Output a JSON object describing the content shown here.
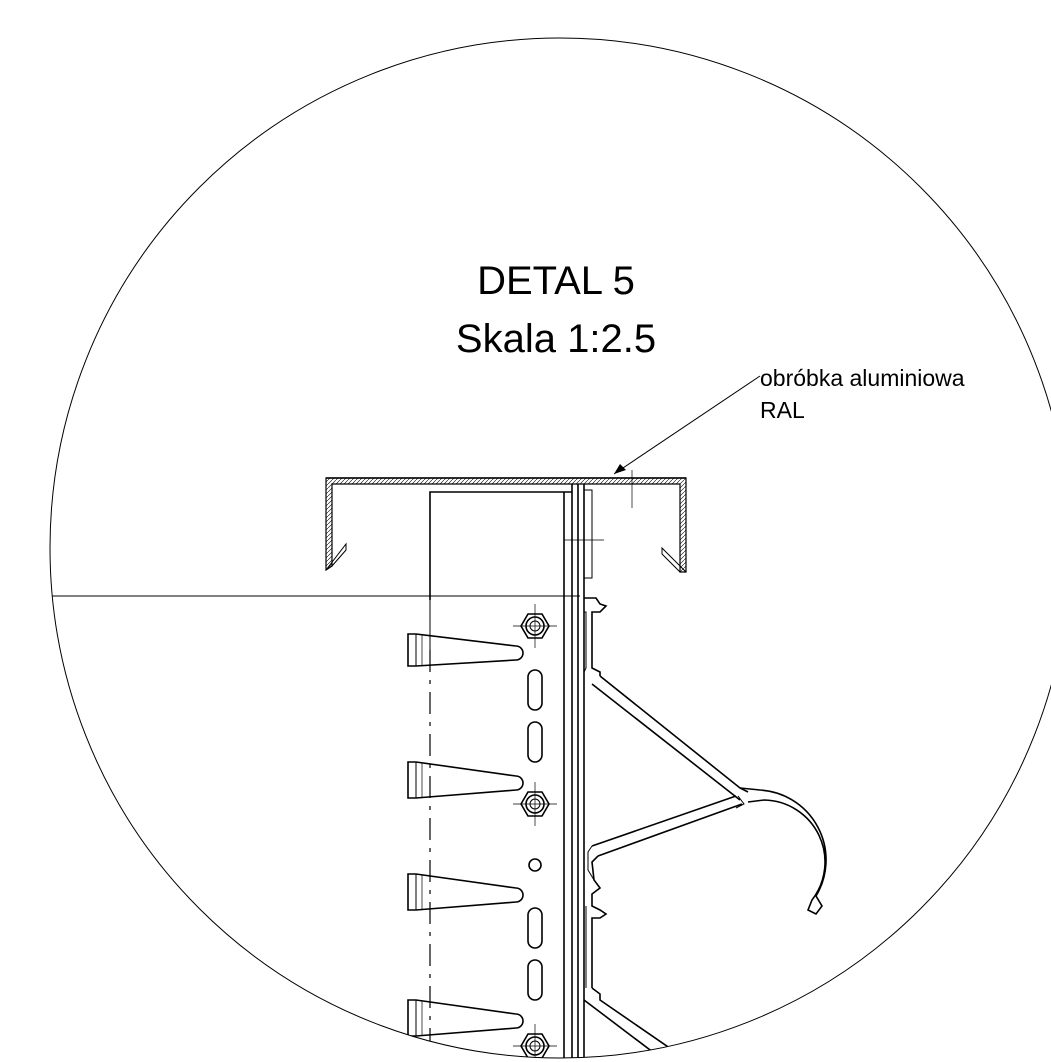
{
  "detail": {
    "title": "DETAL 5",
    "scale": "Skala 1:2.5"
  },
  "callout": {
    "line1": "obróbka aluminiowa",
    "line2": "RAL"
  },
  "colors": {
    "line": "#000000",
    "background": "#ffffff"
  }
}
